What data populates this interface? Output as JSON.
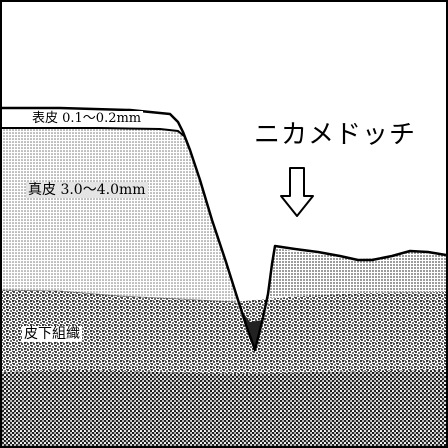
{
  "labels": {
    "epidermis": "表皮 0.1〜0.2mm",
    "dermis": "真皮 3.0〜4.0mm",
    "subcutaneous": "皮下組織",
    "title": "ニカメドッチ"
  },
  "icons": {
    "arrow": "down-arrow-icon"
  },
  "colors": {
    "background": "#ffffff",
    "ink": "#000000",
    "dermis_dots": "#6e6e6e",
    "subcutaneous_dots": "#111111"
  }
}
